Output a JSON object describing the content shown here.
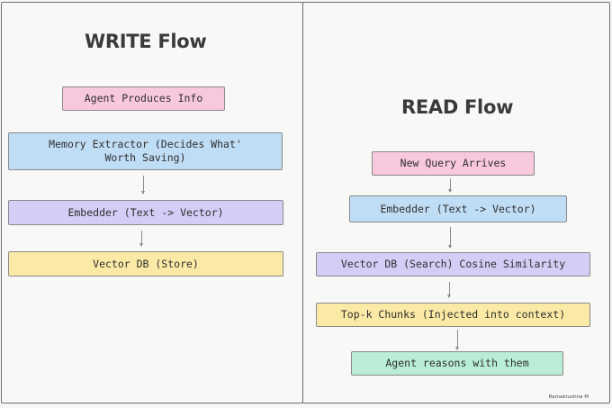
{
  "write_flow": {
    "title": "WRITE Flow",
    "steps": [
      {
        "label": "Agent Produces Info",
        "color": "#f8c8dc"
      },
      {
        "label": "Memory Extractor (Decides What' Worth Saving)",
        "color": "#c0ddf6"
      },
      {
        "label": "Embedder (Text -> Vector)",
        "color": "#d5cdf6"
      },
      {
        "label": "Vector DB (Store)",
        "color": "#fbeaa6"
      }
    ]
  },
  "read_flow": {
    "title": "READ Flow",
    "steps": [
      {
        "label": "New Query Arrives",
        "color": "#f8c8dc"
      },
      {
        "label": "Embedder (Text -> Vector)",
        "color": "#c0ddf6"
      },
      {
        "label": "Vector DB (Search) Cosine Similarity",
        "color": "#d5cdf6"
      },
      {
        "label": "Top-k Chunks (Injected into context)",
        "color": "#fbeaa6"
      },
      {
        "label": "Agent reasons with them",
        "color": "#b9edd5"
      }
    ]
  },
  "credit": "Ramakrushna M"
}
